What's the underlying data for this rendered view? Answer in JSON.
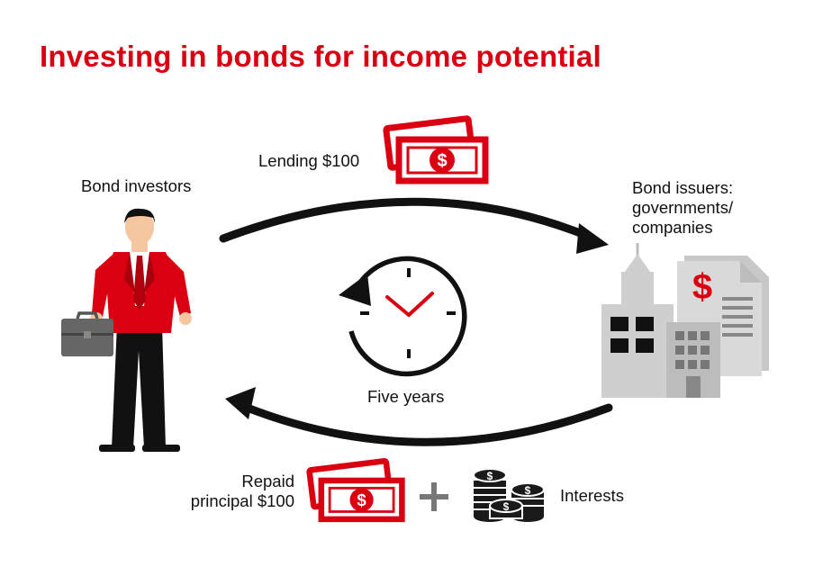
{
  "title": "Investing in bonds for income potential",
  "labels": {
    "bond_investors": "Bond investors",
    "lending": "Lending $100",
    "bond_issuers": [
      "Bond issuers:",
      "governments/",
      "companies"
    ],
    "five_years": "Five years",
    "repaid": [
      "Repaid",
      "principal $100"
    ],
    "interests": "Interests"
  },
  "icons": {
    "investor": "businessman-icon",
    "briefcase": "briefcase-icon",
    "banknotes": "banknotes-icon",
    "clock": "clock-icon",
    "buildings": "buildings-icon",
    "document": "invoice-document-icon",
    "coins": "coin-stack-icon",
    "plus": "plus-icon"
  },
  "colors": {
    "accent": "#db0011",
    "dark": "#1a1a1a",
    "grey": "#cfcfcf"
  }
}
